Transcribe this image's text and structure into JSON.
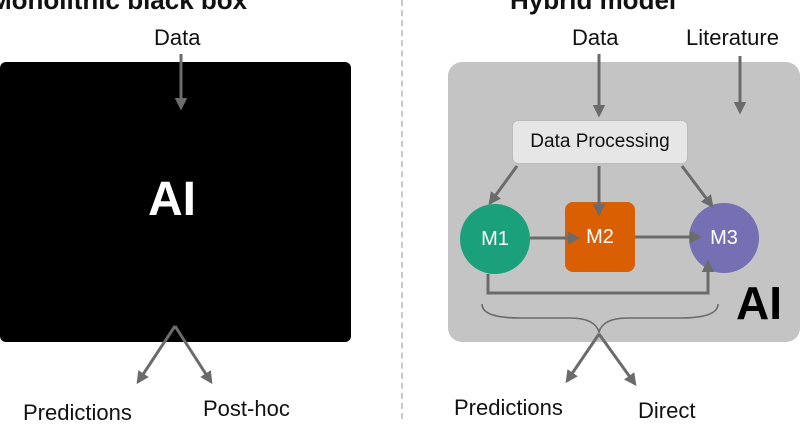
{
  "left_panel": {
    "title": "Monolithic black box",
    "input_label": "Data",
    "box_label": "AI",
    "outputs": [
      "Predictions",
      "Post-hoc"
    ]
  },
  "right_panel": {
    "title": "Hybrid model",
    "input_labels": [
      "Data",
      "Literature"
    ],
    "processing_label": "Data Processing",
    "models": [
      "M1",
      "M2",
      "M3"
    ],
    "box_label": "AI",
    "outputs": [
      "Predictions",
      "Direct"
    ]
  },
  "colors": {
    "m1": "#1aa07a",
    "m2": "#d95f02",
    "m3": "#7570b3",
    "arrow": "#6b6b6b",
    "black_box": "#000000",
    "gray_box": "#c4c4c4"
  }
}
